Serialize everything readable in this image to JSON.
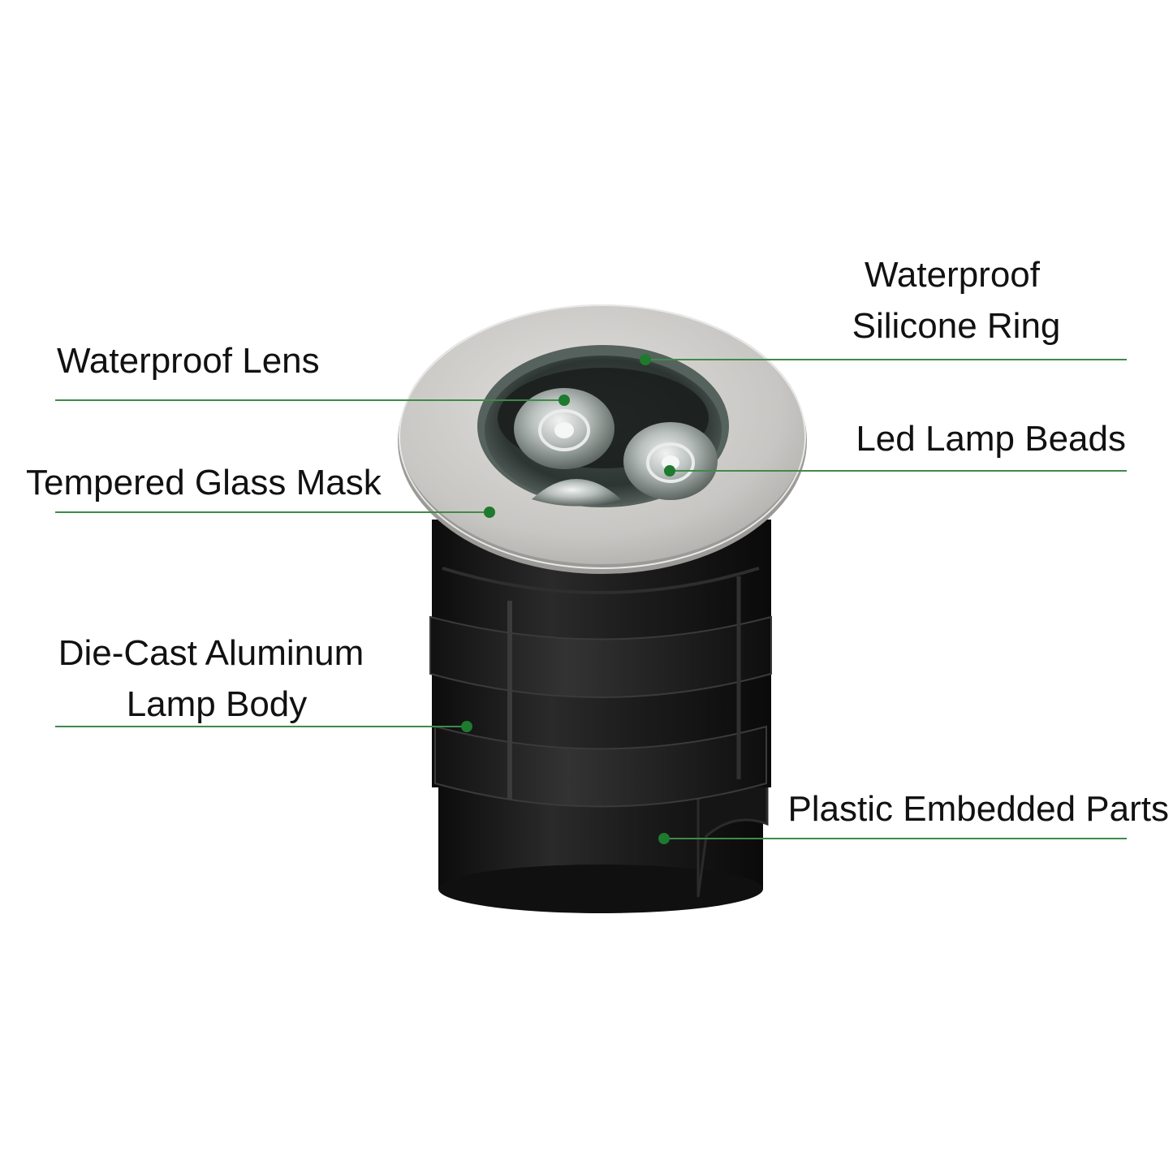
{
  "colors": {
    "background": "#ffffff",
    "leader_line": "#3f8a4a",
    "leader_dot": "#1e7a2e",
    "label_text": "#111111",
    "lamp_body": "#1a1a1a",
    "steel_rim": "#c9c7c4"
  },
  "labels": {
    "waterproof_lens": "Waterproof Lens",
    "tempered_glass_mask": "Tempered Glass Mask",
    "die_cast_line1": "Die-Cast Aluminum",
    "die_cast_line2": "Lamp Body",
    "silicone_ring_line1": "Waterproof",
    "silicone_ring_line2": "Silicone Ring",
    "led_lamp_beads": "Led Lamp Beads",
    "plastic_embedded_parts": "Plastic Embedded Parts"
  }
}
